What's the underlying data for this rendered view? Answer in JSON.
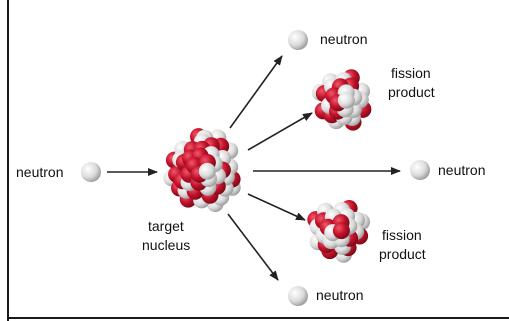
{
  "labels": {
    "incoming_neutron": "neutron",
    "target_line1": "target",
    "target_line2": "nucleus",
    "neutron_top": "neutron",
    "neutron_right": "neutron",
    "neutron_bottom": "neutron",
    "product_top_line1": "fission",
    "product_top_line2": "product",
    "product_bottom_line1": "fission",
    "product_bottom_line2": "product"
  },
  "colors": {
    "proton": "#c0122a",
    "neutron": "#e6e6e6",
    "arrow": "#222222",
    "border": "#1a1a1a"
  }
}
